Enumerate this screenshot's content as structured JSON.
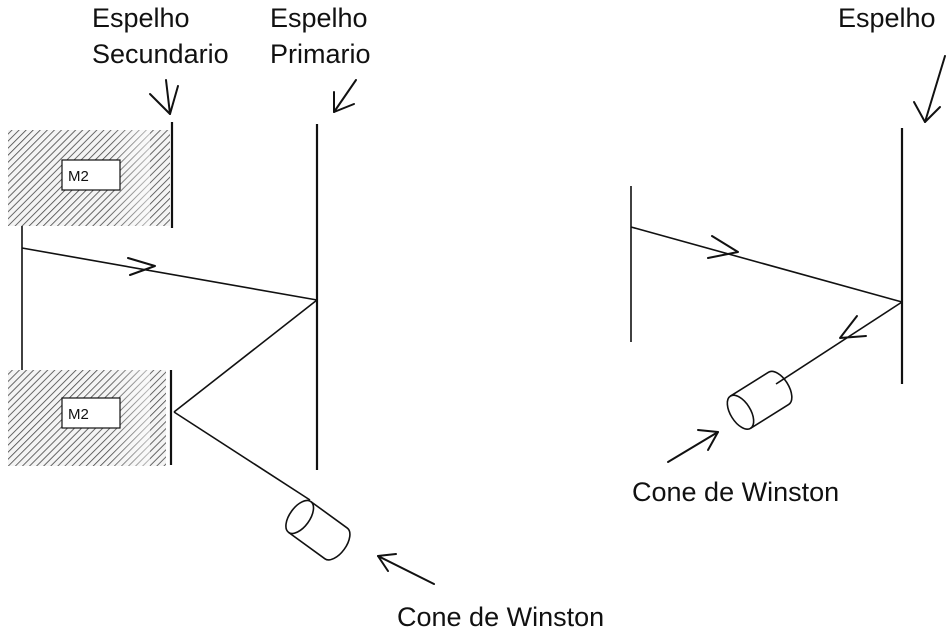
{
  "left_diagram": {
    "label_secondary_line1": "Espelho",
    "label_secondary_line2": "Secundario",
    "label_primary_line1": "Espelho",
    "label_primary_line2": "Primario",
    "m2_top": "M2",
    "m2_bottom": "M2",
    "cone_label": "Cone de Winston"
  },
  "right_diagram": {
    "mirror_label": "Espelho",
    "cone_label": "Cone de Winston"
  },
  "colors": {
    "ink": "#111111",
    "hatch": "#444444",
    "background": "#ffffff"
  }
}
